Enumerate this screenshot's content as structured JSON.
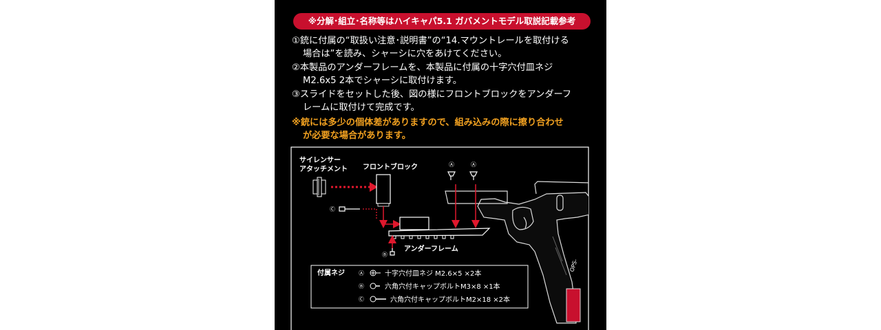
{
  "banner": "※分解･組立･名称等はハイキャパ5.1 ガバメントモデル取説記載参考",
  "steps": [
    {
      "line1": "①銃に付属の“取扱い注意･説明書”の“14.マウントレールを取付ける",
      "line2": "場合は”を読み、シャーシに穴をあけてください。"
    },
    {
      "line1": "②本製品のアンダーフレームを、本製品に付属の十字穴付皿ネジ",
      "line2": "M2.6x5 2本でシャーシに取付けます。"
    },
    {
      "line1": "③スライドをセットした後、図の様にフロントブロックをアンダーフ",
      "line2": "レームに取付けて完成です。"
    }
  ],
  "note": {
    "line1": "※銃には多少の個体差がありますので、組み込みの際に擦り合わせ",
    "line2": "が必要な場合があります。"
  },
  "diagram": {
    "silencer_label_1": "サイレンサー",
    "silencer_label_2": "アタッチメント",
    "front_block_label": "フロントブロック",
    "under_frame_label": "アンダーフレーム",
    "symbol_a": "Ⓐ",
    "symbol_b": "Ⓑ",
    "symbol_c": "Ⓒ",
    "gun_marking": "OPS-"
  },
  "screws": {
    "title": "付属ネジ",
    "items": [
      {
        "symbol": "Ⓐ",
        "text": "十字穴付皿ネジ M2.6×5 ×2本"
      },
      {
        "symbol": "Ⓑ",
        "text": "六角穴付キャップボルトM3×8 ×1本"
      },
      {
        "symbol": "Ⓒ",
        "text": "六角穴付キャップボルトM2×18 ×2本"
      }
    ]
  },
  "colors": {
    "accent": "#c8102e",
    "note": "#f0a020",
    "background": "#000000",
    "arrow": "#e0182d"
  }
}
